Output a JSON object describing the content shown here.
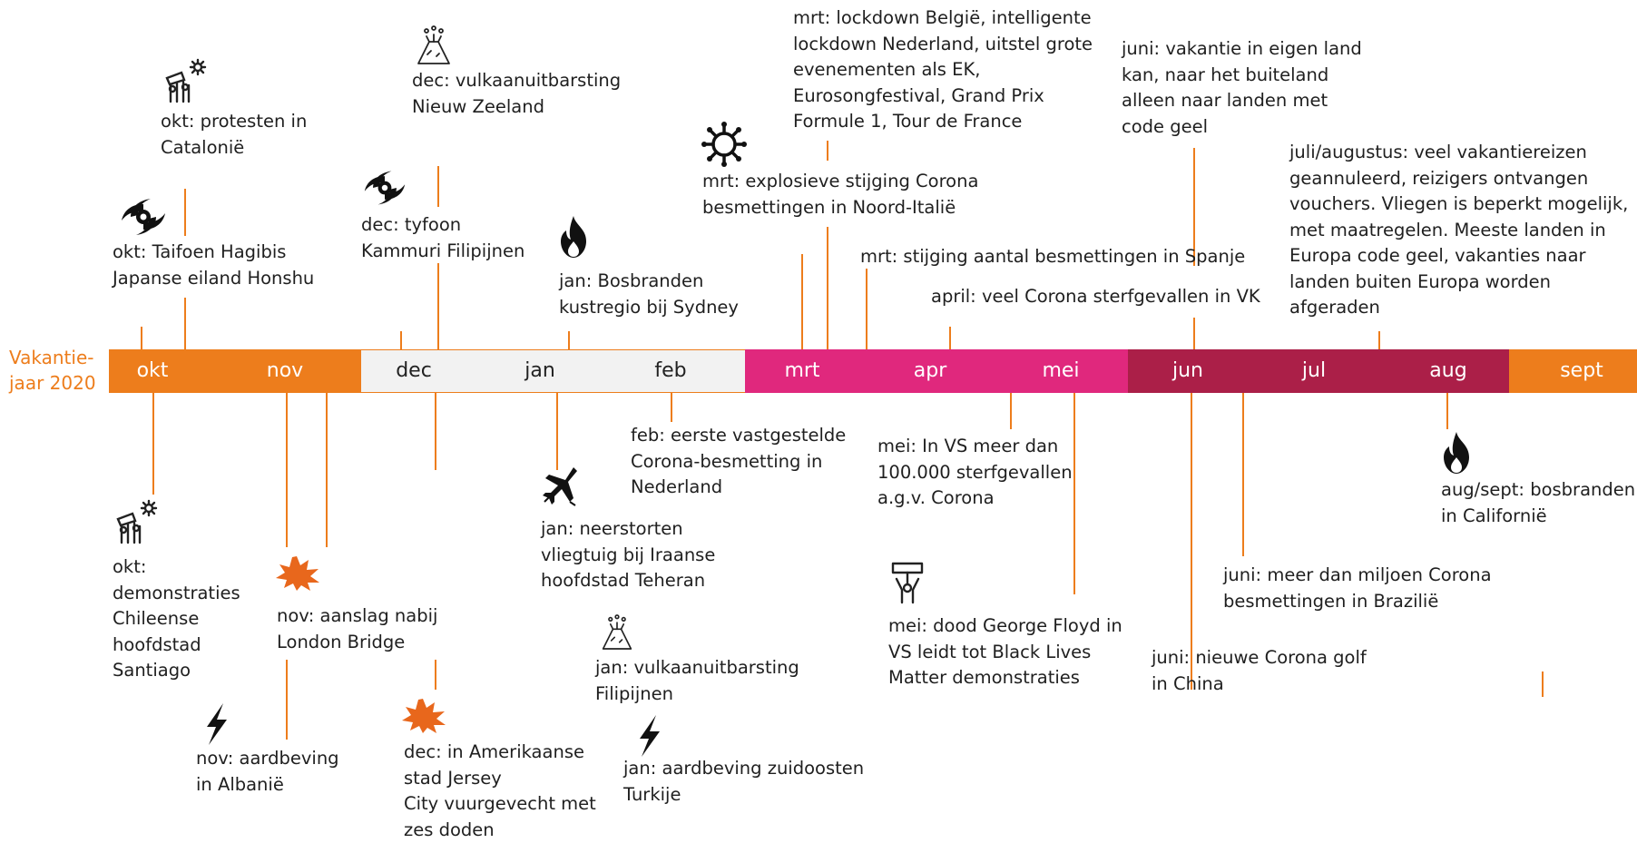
{
  "axis_label": "Vakantie-\njaar 2020",
  "colors": {
    "orange": "#ed7d1c",
    "light_gray": "#f2f2f2",
    "magenta": "#e0287d",
    "dark_red": "#ab1f48",
    "line": "#ed7d1c"
  },
  "months": [
    {
      "label": "okt",
      "tone": "light"
    },
    {
      "label": "nov",
      "tone": "light"
    },
    {
      "label": "dec",
      "tone": "dark"
    },
    {
      "label": "jan",
      "tone": "dark"
    },
    {
      "label": "feb",
      "tone": "dark"
    },
    {
      "label": "mrt",
      "tone": "light"
    },
    {
      "label": "apr",
      "tone": "light"
    },
    {
      "label": "mei",
      "tone": "light"
    },
    {
      "label": "jun",
      "tone": "light"
    },
    {
      "label": "jul",
      "tone": "light"
    },
    {
      "label": "aug",
      "tone": "light"
    },
    {
      "label": "sept",
      "tone": "light"
    }
  ],
  "events": {
    "protesten_catalonie": {
      "text": "okt: protesten in\nCatalonië",
      "icon": "protest-icon"
    },
    "taifoen_hagibis": {
      "text": "okt: Taifoen Hagibis\nJapanse eiland Honshu",
      "icon": "hurricane-icon"
    },
    "vulkaan_nz": {
      "text": "dec: vulkaanuitbarsting\nNieuw Zeeland",
      "icon": "volcano-icon"
    },
    "tyfoon_kammuri": {
      "text": "dec: tyfoon\nKammuri Filipijnen",
      "icon": "hurricane-icon"
    },
    "bosbranden_sydney": {
      "text": "jan: Bosbranden\nkustregio bij Sydney",
      "icon": "fire-icon"
    },
    "corona_italie": {
      "text": "mrt: explosieve stijging Corona\nbesmettingen in Noord-Italië",
      "icon": "virus-icon"
    },
    "lockdown": {
      "text": "mrt: lockdown België, intelligente\nlockdown Nederland, uitstel grote\nevenementen als EK,\nEurosongfestival, Grand Prix\nFormule 1, Tour de France"
    },
    "spanje": {
      "text": "mrt: stijging aantal besmettingen in Spanje"
    },
    "vk": {
      "text": "april: veel Corona sterfgevallen in VK"
    },
    "vakantie_eigen_land": {
      "text": "juni: vakantie in eigen land\nkan, naar het buiteland\nalleen naar landen met\ncode geel"
    },
    "vakantiereizen": {
      "text": "juli/augustus: veel vakantiereizen\ngeannuleerd, reizigers ontvangen\nvouchers. Vliegen is beperkt mogelijk,\nmet maatregelen. Meeste landen in\nEuropa code geel, vakanties naar\nlanden buiten Europa worden\nafgeraden"
    },
    "chili": {
      "text": "okt:\ndemonstraties\nChileense\nhoofdstad\nSantiago",
      "icon": "protest-icon"
    },
    "london_bridge": {
      "text": "nov: aanslag nabij\nLondon Bridge",
      "icon": "explosion-icon"
    },
    "albanie": {
      "text": "nov: aardbeving\nin Albanië",
      "icon": "lightning-icon"
    },
    "jersey": {
      "text": "dec: in Amerikaanse\nstad Jersey\nCity vuurgevecht met\nzes doden",
      "icon": "explosion-icon"
    },
    "teheran": {
      "text": "jan: neerstorten\nvliegtuig bij Iraanse\nhoofdstad Teheran",
      "icon": "plane-crash-icon"
    },
    "vulkaan_filipijnen": {
      "text": "jan: vulkaanuitbarsting\nFilipijnen",
      "icon": "volcano-icon"
    },
    "turkije": {
      "text": "jan: aardbeving zuidoosten\nTurkije",
      "icon": "lightning-icon"
    },
    "nederland_besmetting": {
      "text": "feb: eerste vastgestelde\nCorona-besmetting in\nNederland"
    },
    "vs_sterfgevallen": {
      "text": "mei: In VS meer dan\n100.000 sterfgevallen\na.g.v. Corona"
    },
    "george_floyd": {
      "text": "mei: dood George Floyd in\nVS leidt tot Black Lives\nMatter demonstraties",
      "icon": "protest-sign-icon"
    },
    "brazilie": {
      "text": "juni: meer dan miljoen Corona\nbesmettingen in Brazilië"
    },
    "china": {
      "text": "juni: nieuwe Corona golf\nin China"
    },
    "californie": {
      "text": "aug/sept: bosbranden\nin Californië",
      "icon": "fire-icon"
    }
  }
}
